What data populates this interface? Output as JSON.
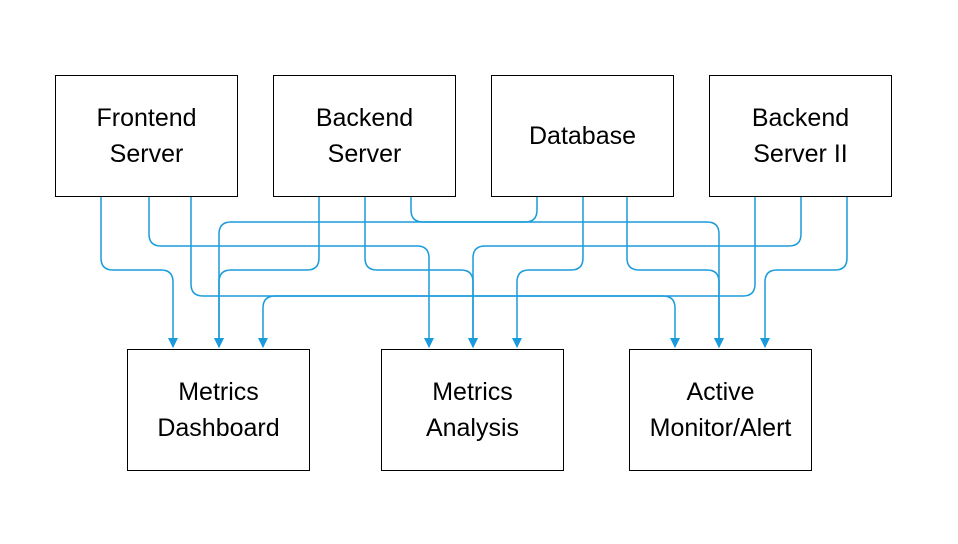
{
  "diagram": {
    "type": "flow-diagram",
    "connector_color": "#1a9bdc",
    "box_border_color": "#000000",
    "sources": [
      {
        "id": "frontend",
        "label": "Frontend\nServer"
      },
      {
        "id": "backend",
        "label": "Backend\nServer"
      },
      {
        "id": "database",
        "label": "Database"
      },
      {
        "id": "backend2",
        "label": "Backend\nServer II"
      }
    ],
    "targets": [
      {
        "id": "dashboard",
        "label": "Metrics\nDashboard"
      },
      {
        "id": "analysis",
        "label": "Metrics\nAnalysis"
      },
      {
        "id": "monitor",
        "label": "Active\nMonitor/Alert"
      }
    ],
    "edges": [
      {
        "from": "frontend",
        "to": "dashboard"
      },
      {
        "from": "frontend",
        "to": "analysis"
      },
      {
        "from": "frontend",
        "to": "monitor"
      },
      {
        "from": "backend",
        "to": "dashboard"
      },
      {
        "from": "backend",
        "to": "analysis"
      },
      {
        "from": "backend",
        "to": "monitor"
      },
      {
        "from": "database",
        "to": "monitor"
      },
      {
        "from": "database",
        "to": "analysis"
      },
      {
        "from": "backend2",
        "to": "dashboard"
      },
      {
        "from": "backend2",
        "to": "analysis"
      },
      {
        "from": "backend2",
        "to": "monitor"
      }
    ]
  }
}
